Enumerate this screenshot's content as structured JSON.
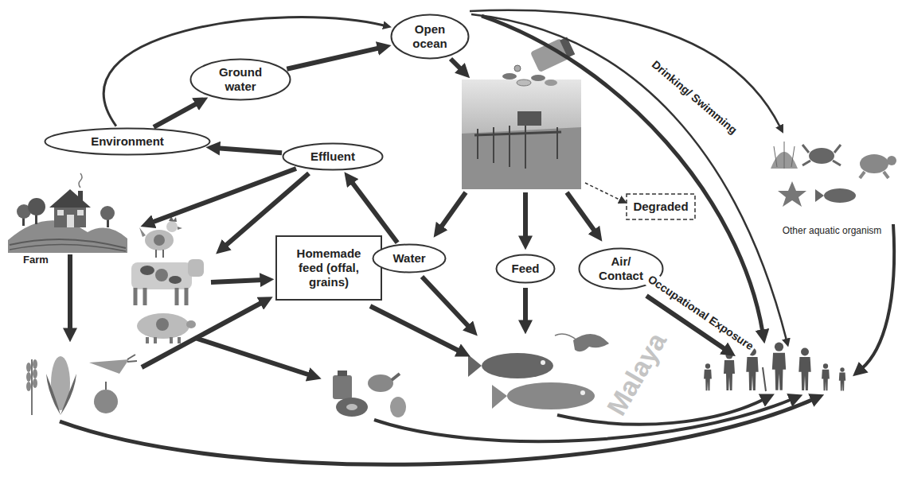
{
  "diagram": {
    "nodes": [
      {
        "text": [
          "Ground water"
        ]
      },
      {
        "text": [
          "Open ocean"
        ]
      },
      {
        "text": [
          "Environment"
        ]
      },
      {
        "text": [
          "Effluent"
        ]
      },
      {
        "text": [
          "Homemade feed (offal, grains)"
        ]
      },
      {
        "text": [
          "Water"
        ]
      },
      {
        "text": [
          "Feed"
        ]
      },
      {
        "text": [
          "Air/ Contact"
        ]
      },
      {
        "text": [
          "Degraded"
        ]
      }
    ],
    "edges": [
      {
        "from": 2,
        "to": 0,
        "arrow": "to"
      },
      {
        "from": 0,
        "to": 1,
        "arrow": "to"
      },
      {
        "from": 3,
        "to": 2,
        "arrow": "to"
      },
      {
        "from": 5,
        "to": 3,
        "arrow": "to"
      },
      {
        "from": 2,
        "to": 1,
        "arrow": "to"
      }
    ],
    "labels": [
      "Farm",
      "Other aquatic organism",
      "Drinking/ Swimming",
      "Occupational Exposure",
      "Malaya"
    ]
  }
}
